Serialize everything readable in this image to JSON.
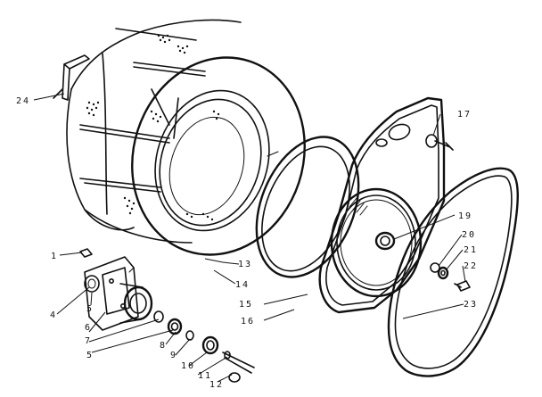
{
  "diagram": {
    "callouts": [
      {
        "id": "1",
        "text": "1"
      },
      {
        "id": "4",
        "text": "4"
      },
      {
        "id": "5a",
        "text": "5"
      },
      {
        "id": "5b",
        "text": "5"
      },
      {
        "id": "6",
        "text": "6"
      },
      {
        "id": "7",
        "text": "7"
      },
      {
        "id": "8",
        "text": "8"
      },
      {
        "id": "9",
        "text": "9"
      },
      {
        "id": "10",
        "text": "10"
      },
      {
        "id": "11",
        "text": "11"
      },
      {
        "id": "12",
        "text": "12"
      },
      {
        "id": "13",
        "text": "13"
      },
      {
        "id": "14",
        "text": "14"
      },
      {
        "id": "15",
        "text": "15"
      },
      {
        "id": "16",
        "text": "16"
      },
      {
        "id": "17",
        "text": "17"
      },
      {
        "id": "19",
        "text": "19"
      },
      {
        "id": "20",
        "text": "20"
      },
      {
        "id": "21",
        "text": "21"
      },
      {
        "id": "22",
        "text": "22"
      },
      {
        "id": "23",
        "text": "23"
      },
      {
        "id": "24",
        "text": "24"
      }
    ]
  }
}
